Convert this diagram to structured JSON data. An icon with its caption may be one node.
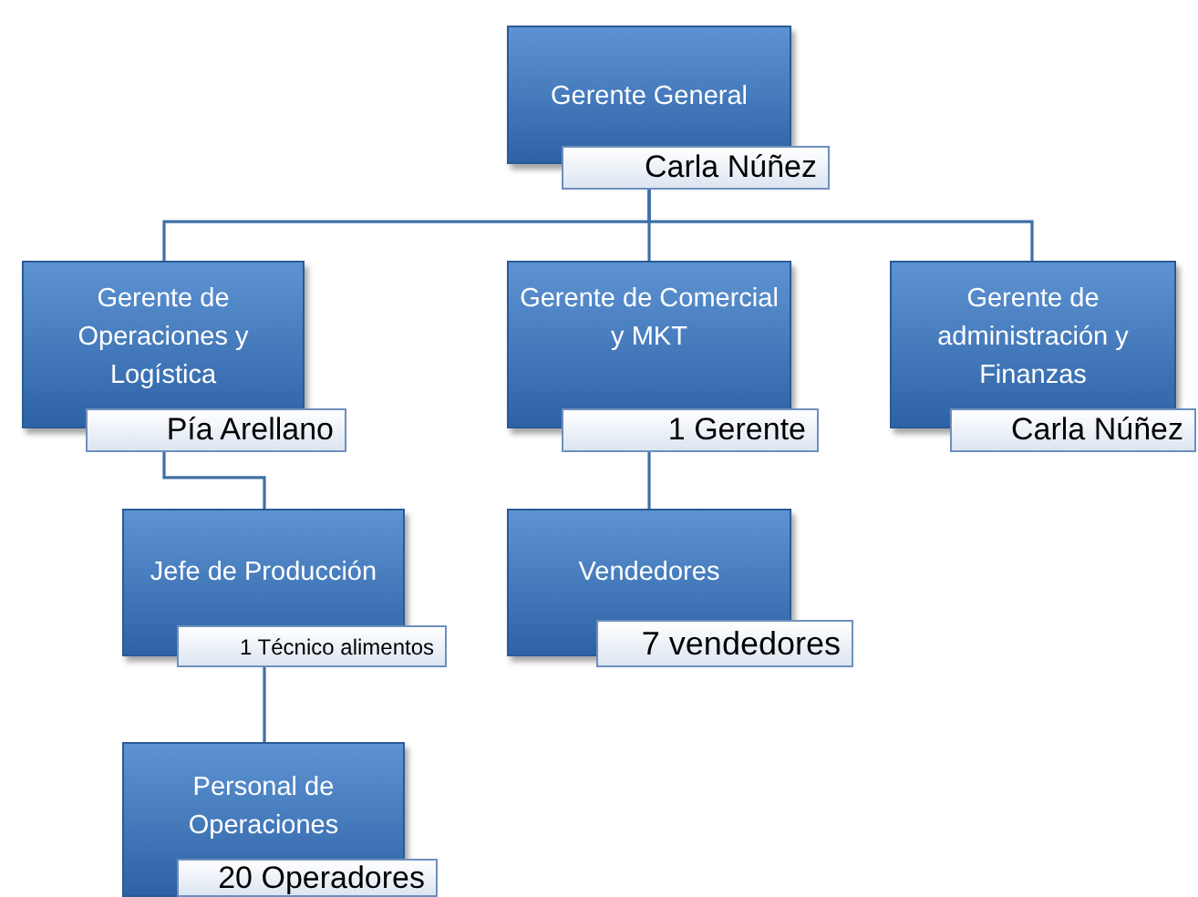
{
  "diagram": {
    "nodes": [
      {
        "text": [
          "Gerente General",
          "Carla Núñez"
        ]
      },
      {
        "text": [
          "Gerente de Operaciones y Logística",
          "Pía Arellano"
        ]
      },
      {
        "text": [
          "Gerente de Comercial y MKT",
          "1 Gerente"
        ]
      },
      {
        "text": [
          "Gerente de administración y Finanzas",
          "Carla Núñez"
        ]
      },
      {
        "text": [
          "Jefe de Producción",
          "1 Técnico alimentos"
        ]
      },
      {
        "text": [
          "Vendedores",
          "7 vendedores"
        ]
      },
      {
        "text": [
          "Personal de Operaciones",
          "20 Operadores"
        ]
      }
    ],
    "edges": [
      {
        "from": 0,
        "to": 1,
        "arrow": "none"
      },
      {
        "from": 0,
        "to": 2,
        "arrow": "none"
      },
      {
        "from": 0,
        "to": 3,
        "arrow": "none"
      },
      {
        "from": 1,
        "to": 4,
        "arrow": "none"
      },
      {
        "from": 2,
        "to": 5,
        "arrow": "none"
      },
      {
        "from": 4,
        "to": 6,
        "arrow": "none"
      }
    ]
  }
}
